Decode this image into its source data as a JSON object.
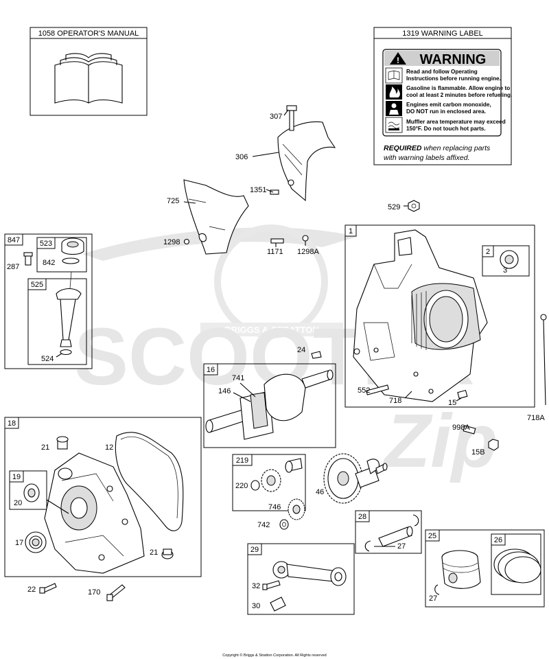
{
  "operator_manual": {
    "title": "1058 OPERATOR'S MANUAL"
  },
  "warning_label": {
    "title": "1319 WARNING LABEL",
    "heading": "WARNING",
    "lines": [
      "Read and follow Operating",
      "Instructions before running engine.",
      "Gasoline is flammable. Allow engine to",
      "cool at least 2 minutes before refueling.",
      "Engines emit carbon monoxide,",
      "DO NOT run in enclosed area.",
      "Muffler area temperature may exceed",
      "150°F.  Do not touch hot parts."
    ],
    "required_bold": "REQUIRED",
    "required_rest1": " when replacing parts",
    "required_rest2": "with warning labels affixed."
  },
  "watermark": {
    "brand": "BRIGGS & STRATTON",
    "word": "SCOOTER",
    "script": "Zip"
  },
  "copyright": "Copyright © Briggs & Stratton Corporation. All Rights reserved",
  "groups": {
    "g847": "847",
    "g523": "523",
    "g525": "525",
    "g1": "1",
    "g2": "2",
    "g16": "16",
    "g18": "18",
    "g19": "19",
    "g219": "219",
    "g28": "28",
    "g29": "29",
    "g25": "25",
    "g26": "26"
  },
  "parts": {
    "p307": "307",
    "p306": "306",
    "p1351": "1351",
    "p725": "725",
    "p1298": "1298",
    "p1171": "1171",
    "p1298A": "1298A",
    "p529": "529",
    "p287": "287",
    "p842": "842",
    "p524": "524",
    "p3": "3",
    "p24": "24",
    "p741": "741",
    "p146": "146",
    "p552": "552",
    "p718": "718",
    "p15": "15",
    "p718A": "718A",
    "p998A": "998A",
    "p15B": "15B",
    "p21a": "21",
    "p12": "12",
    "p20": "20",
    "p17": "17",
    "p21b": "21",
    "p22": "22",
    "p170": "170",
    "p220": "220",
    "p46": "46",
    "p746": "746",
    "p742": "742",
    "p27a": "27",
    "p32": "32",
    "p30": "30",
    "p27b": "27"
  }
}
